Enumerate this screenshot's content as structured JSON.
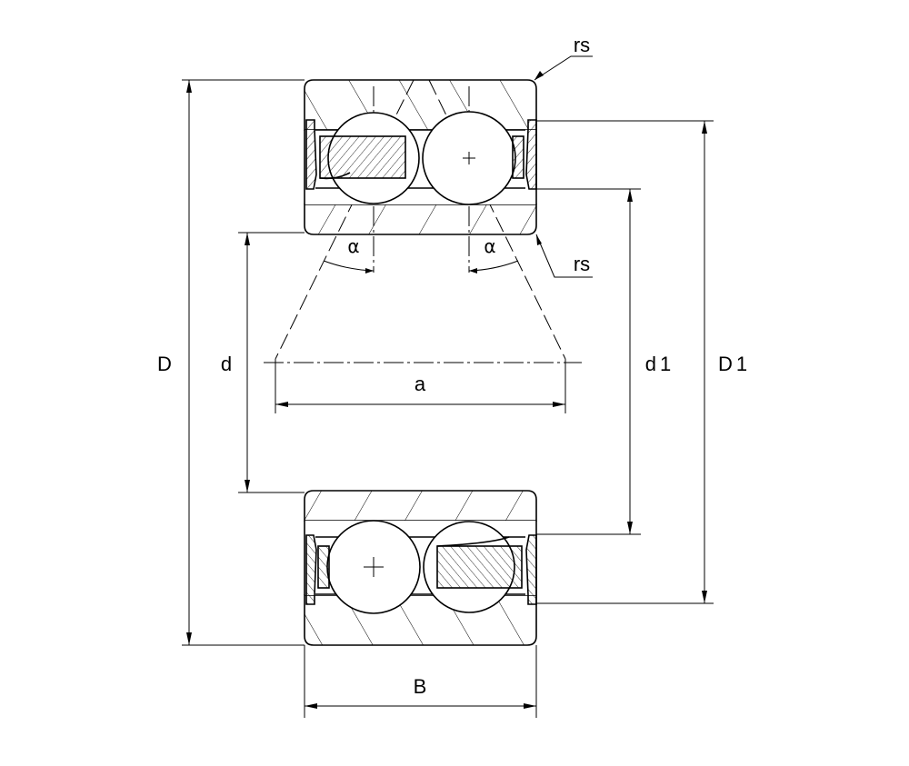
{
  "labels": {
    "outer_diameter": "D",
    "bore_diameter": "d",
    "inner_shoulder_diameter": "d1",
    "outer_shoulder_diameter": "D1",
    "width": "B",
    "pressure_center_distance": "a",
    "contact_angle_left": "α",
    "contact_angle_right": "α",
    "chamfer_top": "rs",
    "chamfer_middle": "rs"
  },
  "colors": {
    "line": "#000000",
    "background": "#ffffff"
  }
}
